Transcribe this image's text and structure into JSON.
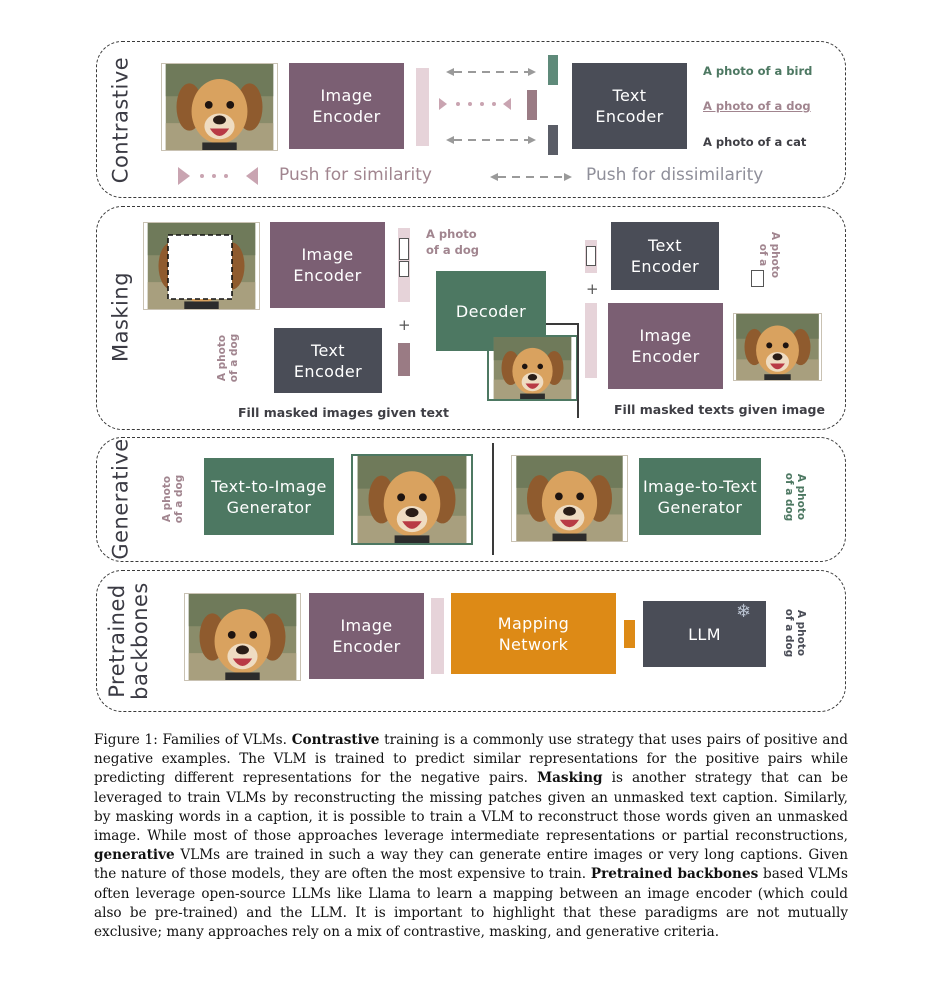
{
  "panels": {
    "contrastive": {
      "label": "Contrastive",
      "image_encoder": "Image\nEncoder",
      "text_encoder": "Text\nEncoder",
      "captions": [
        "A photo of a bird",
        "A photo of a dog",
        "A photo of a cat"
      ],
      "push_similarity": "Push for similarity",
      "push_dissimilarity": "Push for dissimilarity"
    },
    "masking": {
      "label": "Masking",
      "image_encoder_1": "Image\nEncoder",
      "text_encoder_1": "Text\nEncoder",
      "decoder": "Decoder",
      "text_encoder_2": "Text\nEncoder",
      "image_encoder_2": "Image\nEncoder",
      "masked_caption_a": "A photo",
      "masked_caption_b": "of a dog",
      "side_caption": "A photo\nof a dog",
      "masked_text_vertical": "A photo\nof a",
      "plus": "+",
      "fill_images": "Fill masked images given text",
      "fill_texts": "Fill masked texts given image"
    },
    "generative": {
      "label": "Generative",
      "text_to_image": "Text-to-Image\nGenerator",
      "image_to_text": "Image-to-Text\nGenerator",
      "caption_left": "A photo\nof a dog",
      "caption_right": "A photo\nof a dog"
    },
    "pretrained": {
      "label": "Pretrained\nbackbones",
      "image_encoder": "Image\nEncoder",
      "mapping_network": "Mapping\nNetwork",
      "llm": "LLM",
      "caption": "A photo\nof a dog",
      "snowflake": "❄"
    }
  },
  "figure_caption": {
    "prefix": "Figure 1:",
    "intro": " Families of VLMs. ",
    "term1": "Contrastive",
    "text1": " training is a commonly use strategy that uses pairs of positive and negative examples. The VLM is trained to predict similar representations for the positive pairs while predicting different representations for the negative pairs. ",
    "term2": "Masking",
    "text2": " is another strategy that can be leveraged to train VLMs by reconstructing the missing patches given an unmasked text caption. Similarly, by masking words in a caption, it is possible to train a VLM to reconstruct those words given an unmasked image. While most of those approaches leverage intermediate representations or partial reconstructions, ",
    "term3": "generative",
    "text3": " VLMs are trained in such a way they can generate entire images or very long captions. Given the nature of those models, they are often the most expensive to train. ",
    "term4": "Pretrained backbones",
    "text4": " based VLMs often leverage open-source LLMs like Llama to learn a mapping between an image encoder (which could also be pre-trained) and the LLM. It is important to highlight that these paradigms are not mutually exclusive; many approaches rely on a mix of contrastive, masking, and generative criteria."
  },
  "colors": {
    "mauve": "#7b5f73",
    "slate": "#4a4d57",
    "green": "#4d7862",
    "orange": "#dd8a16",
    "pink_bar": "#e6d3d9",
    "caption_rose": "#a1858f",
    "caption_green": "#4d7862"
  }
}
